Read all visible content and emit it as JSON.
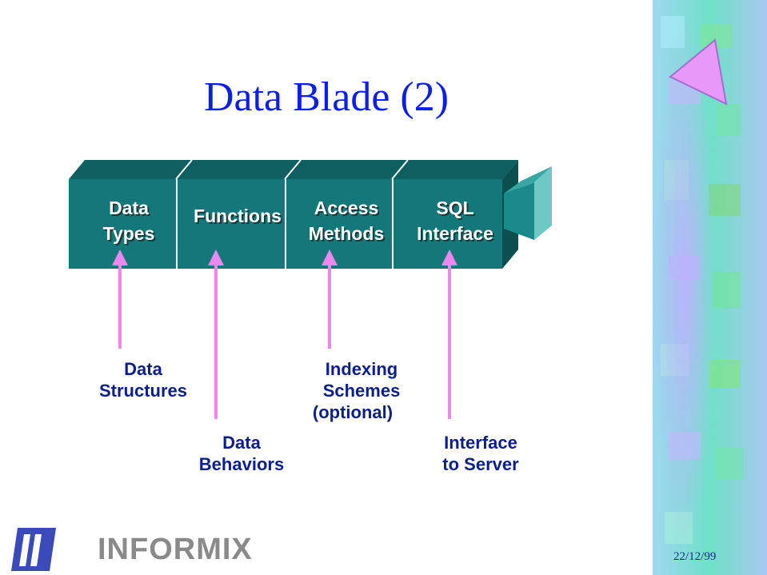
{
  "slide": {
    "title": "Data Blade (2)",
    "date": "22/12/99",
    "brand": "INFORMIX"
  },
  "blocks": [
    {
      "line1": "Data",
      "line2": "Types"
    },
    {
      "line1": "Functions",
      "line2": ""
    },
    {
      "line1": "Access",
      "line2": "Methods"
    },
    {
      "line1": "SQL",
      "line2": "Interface"
    }
  ],
  "descriptions": [
    {
      "line1": "Data",
      "line2": "Structures",
      "line3": ""
    },
    {
      "line1": "Data",
      "line2": "Behaviors",
      "line3": ""
    },
    {
      "line1": "Indexing",
      "line2": "Schemes",
      "line3": "(optional)"
    },
    {
      "line1": "Interface",
      "line2": "to Server",
      "line3": ""
    }
  ],
  "colors": {
    "title": "#0a1ef0",
    "block_front": "#14787a",
    "block_top": "#0e5f60",
    "arrow": "#ee88ee",
    "description": "#0a1e8c"
  }
}
